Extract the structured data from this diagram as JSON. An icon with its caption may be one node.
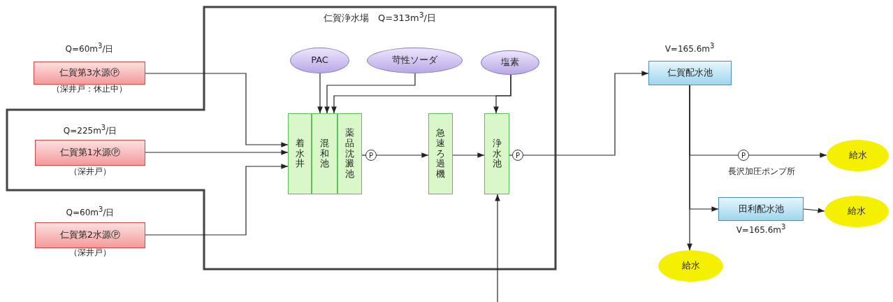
{
  "diagram": {
    "nodes": [
      {
        "text": [
          "仁賀浄水場　Q=313m$^{3}$/日"
        ]
      },
      {
        "text": [
          "仁賀第3水源Ⓟ"
        ],
        "beside": [
          "Q=60m$^{3}$/日",
          "（深井戸：休止中）"
        ]
      },
      {
        "text": [
          "仁賀第1水源Ⓟ"
        ],
        "beside": [
          "Q=225m$^{3}$/日",
          "（深井戸）"
        ]
      },
      {
        "text": [
          "仁賀第2水源Ⓟ"
        ],
        "beside": [
          "Q=60m$^{3}$/日",
          "（深井戸）"
        ]
      },
      {
        "text": [
          "PAC"
        ],
        "in": 0
      },
      {
        "text": [
          "苛性ソーダ"
        ],
        "in": 0
      },
      {
        "text": [
          "塩素"
        ],
        "in": 0
      },
      {
        "text": [
          "着水井"
        ],
        "in": 0
      },
      {
        "text": [
          "混和池"
        ],
        "in": 0
      },
      {
        "text": [
          "薬品沈澱池"
        ],
        "in": 0
      },
      {
        "text": [
          "急速ろ過機"
        ],
        "in": 0
      },
      {
        "text": [
          "浄水池"
        ],
        "in": 0
      },
      {
        "text": [
          "P"
        ],
        "in": 0
      },
      {
        "text": [
          "P"
        ],
        "in": 0
      },
      {
        "text": [
          "仁賀配水池"
        ],
        "beside": [
          "V=165.6m$^{3}$"
        ]
      },
      {
        "text": [
          "P"
        ],
        "beside": [
          "長沢加圧ポンプ所"
        ]
      },
      {
        "text": [
          "田利配水池"
        ],
        "beside": [
          "V=165.6m$^{3}$"
        ]
      },
      {
        "text": [
          "給水"
        ]
      },
      {
        "text": [
          "給水"
        ]
      },
      {
        "text": [
          "給水"
        ]
      }
    ],
    "edges": [
      {
        "from": 1,
        "to": 7,
        "arrow": "to"
      },
      {
        "from": 2,
        "to": 7,
        "arrow": "to"
      },
      {
        "from": 3,
        "to": 7,
        "arrow": "to"
      },
      {
        "from": 4,
        "to": 8,
        "arrow": "to"
      },
      {
        "from": 5,
        "to": 8,
        "arrow": "to"
      },
      {
        "from": 6,
        "to": 8,
        "arrow": "to"
      },
      {
        "from": 6,
        "to": 11,
        "arrow": "to"
      },
      {
        "from": 9,
        "to": 12,
        "arrow": "none"
      },
      {
        "from": 12,
        "to": 10,
        "arrow": "to"
      },
      {
        "from": 10,
        "to": 11,
        "arrow": "to"
      },
      {
        "from": 11,
        "to": 13,
        "arrow": "none"
      },
      {
        "from": 13,
        "to": 14,
        "arrow": "to"
      },
      {
        "from": 14,
        "to": 15,
        "arrow": "none"
      },
      {
        "from": 15,
        "to": 17,
        "arrow": "to"
      },
      {
        "from": 14,
        "to": 16,
        "arrow": "to"
      },
      {
        "from": 16,
        "to": 18,
        "arrow": "to"
      },
      {
        "from": 14,
        "to": 19,
        "arrow": "to"
      },
      {
        "from": null,
        "to": 11,
        "arrow": "to"
      }
    ]
  }
}
